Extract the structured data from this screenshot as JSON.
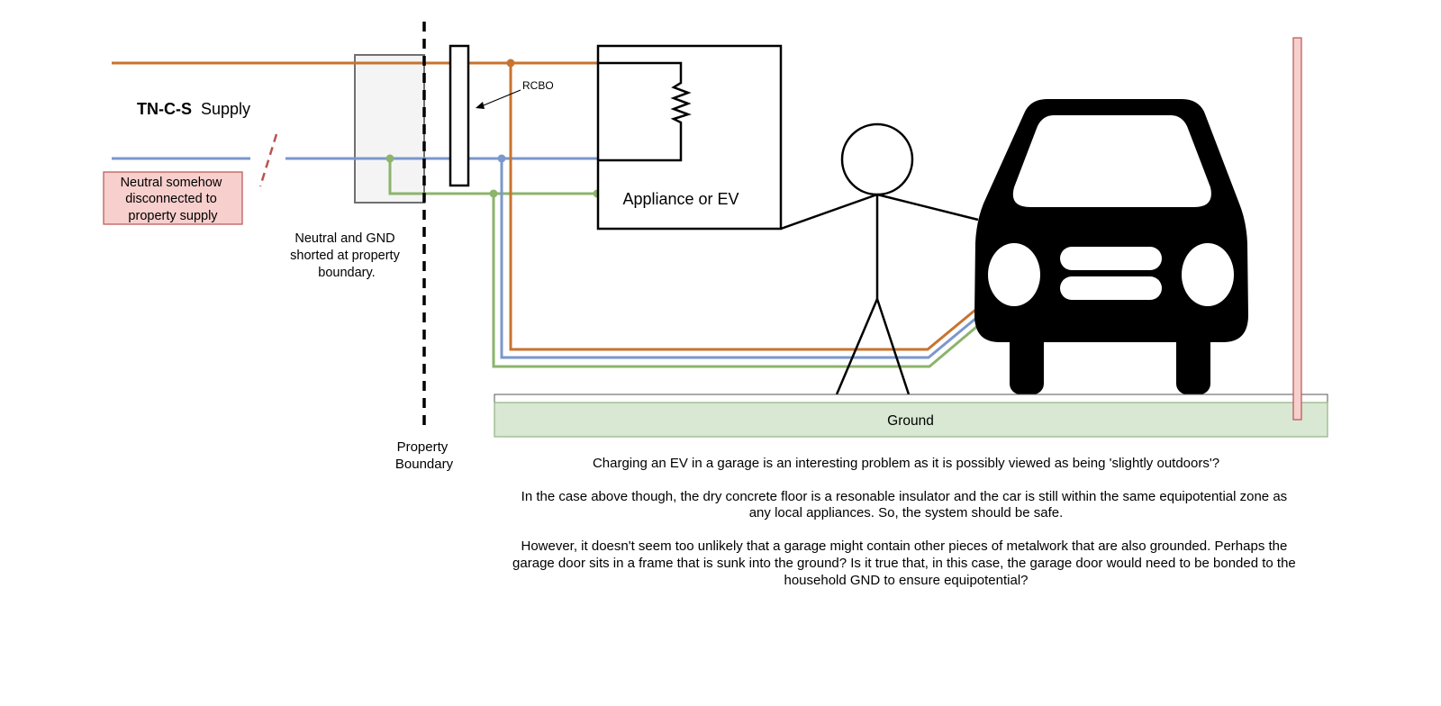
{
  "title_bold": "TN-C-S",
  "title_rest": "Supply",
  "labels": {
    "rcbo": "RCBO",
    "appliance": "Appliance or EV",
    "neutral_disconnected": [
      "Neutral somehow",
      "disconnected to",
      "property supply"
    ],
    "neutral_gnd_shorted": [
      "Neutral and GND",
      "shorted at property",
      "boundary."
    ],
    "property_boundary": [
      "Property",
      "Boundary"
    ],
    "ground": "Ground"
  },
  "notes": [
    [
      "Charging an EV in a garage is an interesting problem as it is possibly viewed as being 'slightly outdoors'?"
    ],
    [
      "In the case above though, the dry concrete floor is a resonable insulator and the car is still within the same equipotential zone as",
      "any local appliances. So, the system should be safe."
    ],
    [
      "However, it doesn't seem too unlikely that a garage might contain other pieces of metalwork that are also grounded. Perhaps the",
      "garage door sits in a frame that is sunk into the ground? Is it true that, in this case, the garage door would need to be bonded to the",
      "household GND to ensure equipotential?"
    ]
  ],
  "colors": {
    "live": "#c8732f",
    "neutral": "#7b97cc",
    "earth": "#8cb46c",
    "ground_fill": "#d8e8d3",
    "ground_stroke": "#92b483",
    "note_fill": "#f7cfcd",
    "note_stroke": "#b85450",
    "box_fill": "#f4f4f4",
    "box_stroke": "#707070"
  }
}
